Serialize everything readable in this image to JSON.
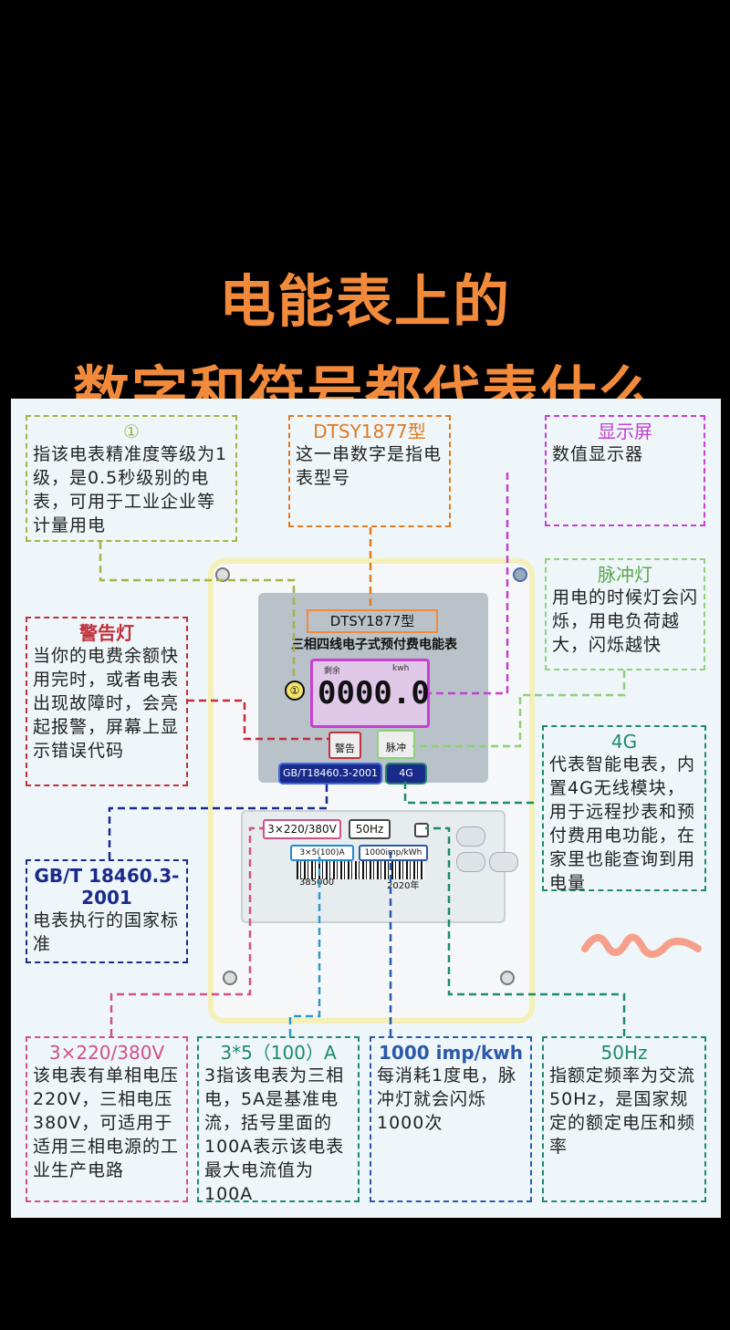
{
  "title": {
    "line1": "电能表上的",
    "line2": "数字和符号都代表什么"
  },
  "boxes": {
    "accuracy": {
      "heading": "①",
      "body": "指该电表精准度等级为1级，是0.5秒级别的电表，可用于工业企业等计量用电"
    },
    "model": {
      "heading": "DTSY1877型",
      "body": "这一串数字是指电表型号"
    },
    "display": {
      "heading": "显示屏",
      "body": "数值显示器"
    },
    "pulse": {
      "heading": "脉冲灯",
      "body": "用电的时候灯会闪烁，用电负荷越大，闪烁越快"
    },
    "warning": {
      "heading": "警告灯",
      "body": "当你的电费余额快用完时，或者电表出现故障时，会亮起报警，屏幕上显示错误代码"
    },
    "fourg": {
      "heading": "4G",
      "body": "代表智能电表，内置4G无线模块，用于远程抄表和预付费用电功能，在家里也能查询到用电量"
    },
    "gbt": {
      "heading": "GB/T 18460.3-2001",
      "body": "电表执行的国家标准"
    },
    "voltage": {
      "heading": "3×220/380V",
      "body": "该电表有单相电压220V，三相电压380V，可适用于适用三相电源的工业生产电路"
    },
    "current": {
      "heading": "3*5（100）A",
      "body": "3指该电表为三相电，5A是基准电流，括号里面的100A表示该电表最大电流值为100A"
    },
    "imp": {
      "heading": "1000 imp/kwh",
      "body": "每消耗1度电，脉冲灯就会闪烁1000次"
    },
    "freq": {
      "heading": "50Hz",
      "body": "指额定频率为交流50Hz，是国家规定的额定电压和频率"
    }
  },
  "meter": {
    "model": "DTSY1877型",
    "subtitle": "三相四线电子式预付费电能表",
    "lcd_left": "剩余",
    "lcd_right": "kwh",
    "lcd_value": "0000.0",
    "accuracy_mark": "①",
    "warning_label": "警告",
    "pulse_label": "脉冲",
    "std_strip": "GB/T18460.3-2001",
    "fourg_strip": "4G",
    "voltage_plate": "3×220/380V",
    "freq_plate": "50Hz",
    "current_plate": "3×5(100)A",
    "imp_plate": "1000imp/kWh",
    "serial": "385000",
    "year": "2020年"
  },
  "colors": {
    "title": "#f28a3c",
    "olive": "#a8b24a",
    "orange": "#e07a20",
    "magenta": "#c63fd0",
    "lightgreen": "#8fd07a",
    "red": "#c0303a",
    "teal": "#208a6a",
    "navy": "#1a2a8a",
    "pink": "#d0508a",
    "blue": "#2a5aa8"
  }
}
